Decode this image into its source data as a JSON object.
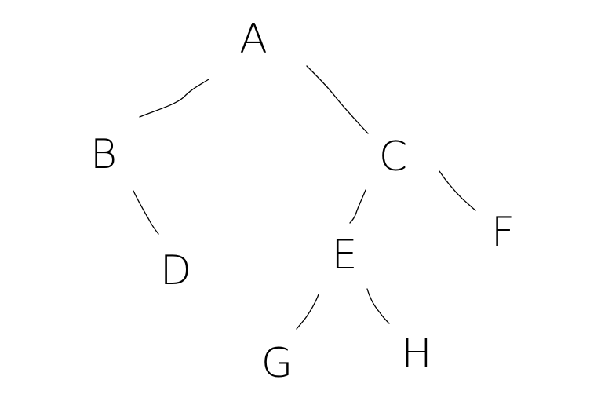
{
  "diagram": {
    "type": "binary-tree",
    "nodes": [
      {
        "id": "A",
        "label": "A"
      },
      {
        "id": "B",
        "label": "B"
      },
      {
        "id": "C",
        "label": "C"
      },
      {
        "id": "D",
        "label": "D"
      },
      {
        "id": "E",
        "label": "E"
      },
      {
        "id": "F",
        "label": "F"
      },
      {
        "id": "G",
        "label": "G"
      },
      {
        "id": "H",
        "label": "H"
      }
    ],
    "edges": [
      {
        "from": "A",
        "to": "B"
      },
      {
        "from": "A",
        "to": "C"
      },
      {
        "from": "B",
        "to": "D"
      },
      {
        "from": "C",
        "to": "E"
      },
      {
        "from": "C",
        "to": "F"
      },
      {
        "from": "E",
        "to": "G"
      },
      {
        "from": "E",
        "to": "H"
      }
    ],
    "stroke_color": "#000000",
    "background_color": "#ffffff"
  }
}
